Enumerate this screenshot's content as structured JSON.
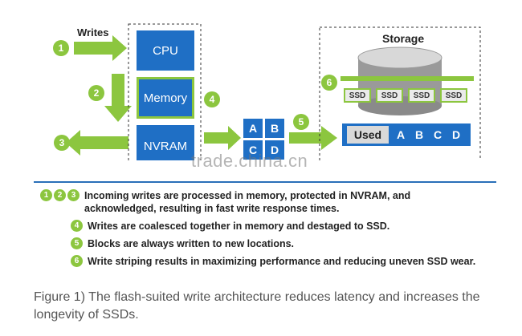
{
  "diagram": {
    "writes_label": "Writes",
    "cpu_label": "CPU",
    "memory_label": "Memory",
    "nvram_label": "NVRAM",
    "block_letters": [
      "A",
      "B",
      "C",
      "D"
    ],
    "storage_title": "Storage",
    "ssd_labels": [
      "SSD",
      "SSD",
      "SSD",
      "SSD"
    ],
    "used_label": "Used",
    "used_blocks": [
      "A",
      "B",
      "C",
      "D"
    ],
    "step_numbers": [
      "1",
      "2",
      "3",
      "4",
      "5",
      "6"
    ]
  },
  "watermark": "trade.china.cn",
  "legend": [
    {
      "numbers": [
        "1",
        "2",
        "3"
      ],
      "text": "Incoming writes are processed in memory, protected in NVRAM, and",
      "text2": "acknowledged, resulting in fast write response times."
    },
    {
      "numbers": [
        "4"
      ],
      "text": "Writes are coalesced together in memory and destaged to SSD."
    },
    {
      "numbers": [
        "5"
      ],
      "text": "Blocks are always written to new locations."
    },
    {
      "numbers": [
        "6"
      ],
      "text": "Write striping results in maximizing performance and reducing uneven SSD wear."
    }
  ],
  "caption": "Figure 1) The flash-suited write architecture reduces latency and increases the longevity of SSDs.",
  "colors": {
    "green": "#8cc63f",
    "blue": "#1f6fc5",
    "border": "#333333"
  }
}
